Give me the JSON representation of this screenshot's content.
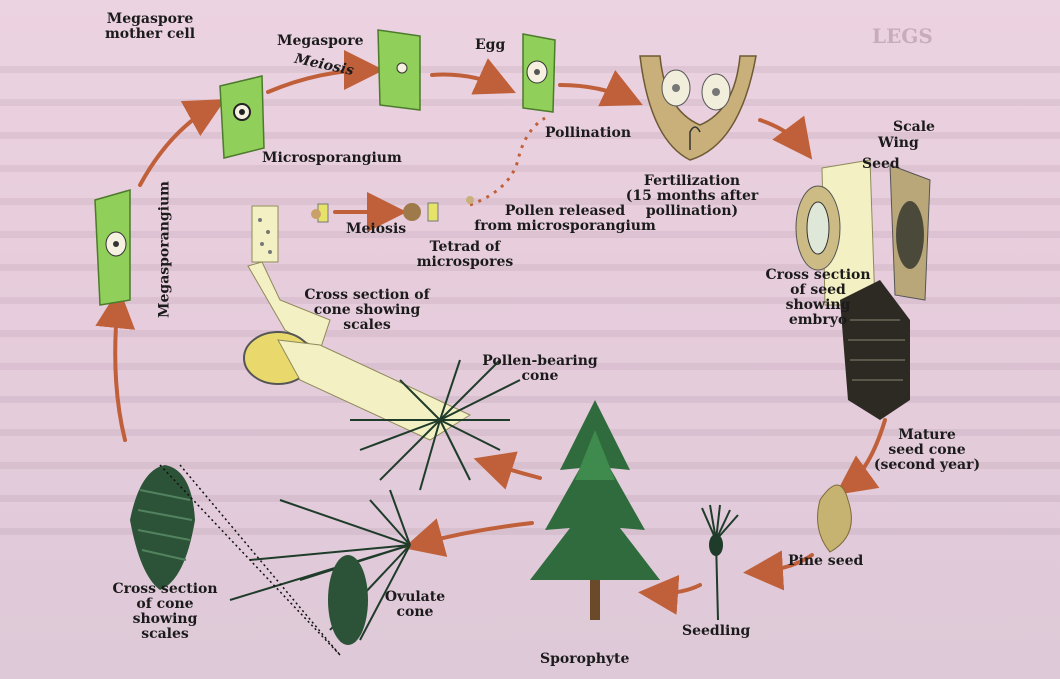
{
  "labels": {
    "megaspore_mother_cell": "Megaspore\nmother cell",
    "megaspore": "Megaspore",
    "meiosis_top": "Meiosis",
    "egg": "Egg",
    "pollination": "Pollination",
    "fertilization": "Fertilization\n(15 months after\npollination)",
    "scale": "Scale",
    "wing": "Wing",
    "seed": "Seed",
    "microsporangium": "Microsporangium",
    "meiosis_mid": "Meiosis",
    "tetrad": "Tetrad of\nmicrospores",
    "pollen_released": "Pollen released\nfrom microsporangium",
    "megasporangium": "Megasporangium",
    "cross_section_scales_top": "Cross section of\ncone showing scales",
    "cross_section_seed": "Cross section\nof seed showing\nembryo",
    "pollen_bearing_cone": "Pollen-bearing\ncone",
    "mature_seed_cone": "Mature\nseed cone\n(second year)",
    "pine_seed": "Pine seed",
    "seedling": "Seedling",
    "sporophyte": "Sporophyte",
    "ovulate_cone": "Ovulate\ncone",
    "cross_section_scales_bottom": "Cross section\nof cone\nshowing\nscales"
  },
  "colors": {
    "background": "#ebd3e0",
    "arrow": "#c0603a",
    "tissue_green": "#8fcf5a",
    "callout": "#f3f0c4",
    "conifer": "#1f3b2a",
    "fertilization_tissue": "#c9b07a"
  }
}
